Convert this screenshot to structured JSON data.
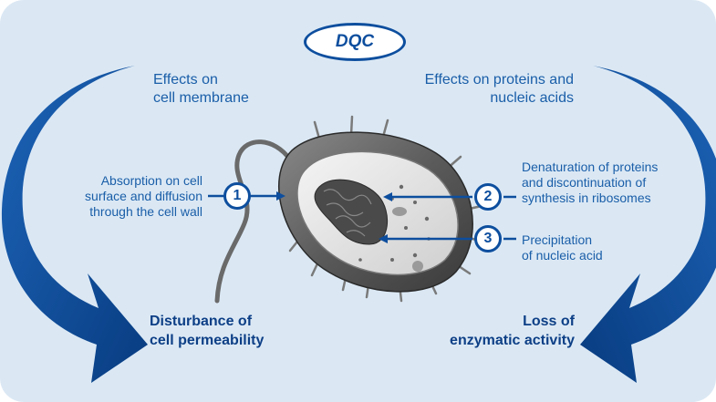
{
  "title": "DQC",
  "left": {
    "heading": "Effects on cell membrane",
    "heading_lines": [
      "Effects on",
      "cell membrane"
    ],
    "absorption_lines": [
      "Absorption on cell",
      "surface and diffusion",
      "through the cell wall"
    ],
    "result_lines": [
      "Disturbance of",
      "cell permeability"
    ]
  },
  "right": {
    "heading_lines": [
      "Effects on proteins and",
      "nucleic acids"
    ],
    "denaturation_lines": [
      "Denaturation of proteins",
      "and discontinuation of",
      "synthesis in ribosomes"
    ],
    "precipitation_lines": [
      "Precipitation",
      "of nucleic acid"
    ],
    "result_lines": [
      "Loss of",
      "enzymatic activity"
    ]
  },
  "markers": [
    "1",
    "2",
    "3"
  ],
  "colors": {
    "background": "#dbe8f4",
    "arrow_blue": "#0d4e9e",
    "text_blue": "#1a5ea8",
    "bold_blue": "#0d3f86"
  }
}
